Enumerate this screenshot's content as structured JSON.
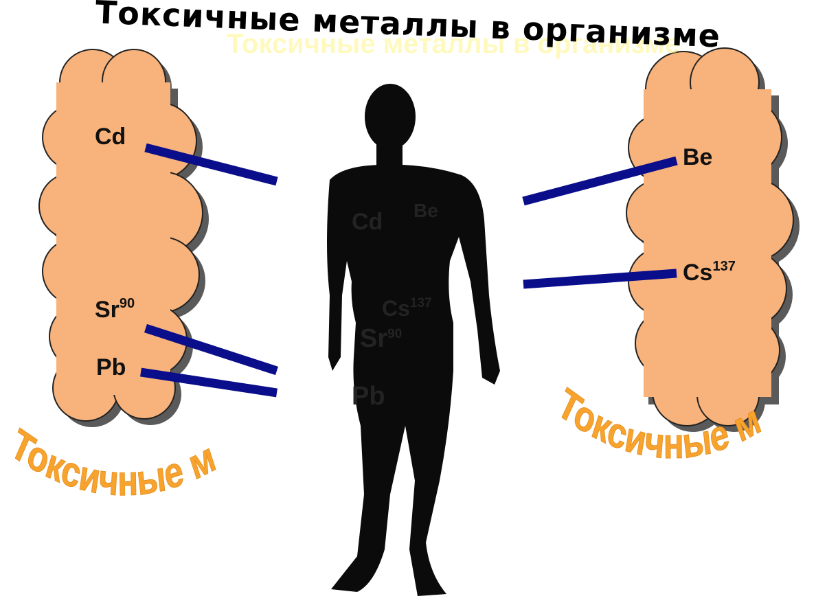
{
  "title": "Токсичные металлы в организме",
  "colors": {
    "cloud_fill": "#f8b27b",
    "cloud_stroke": "#222222",
    "cloud_shadow": "#5a5a5a",
    "connector": "#0a0e8a",
    "silhouette": "#0b0b0b",
    "arc_text": "#f7a32e"
  },
  "left_panel": {
    "arc_text": "Токсичные металлы",
    "labels": [
      {
        "symbol": "Cd",
        "superscript": ""
      },
      {
        "symbol": "Sr",
        "superscript": "90"
      },
      {
        "symbol": "Pb",
        "superscript": ""
      }
    ]
  },
  "right_panel": {
    "arc_text": "Токсичные металлы",
    "labels": [
      {
        "symbol": "Be",
        "superscript": ""
      },
      {
        "symbol": "Cs",
        "superscript": "137"
      }
    ]
  },
  "body_labels": [
    {
      "symbol": "Cd",
      "superscript": ""
    },
    {
      "symbol": "Be",
      "superscript": ""
    },
    {
      "symbol": "Cs",
      "superscript": "137"
    },
    {
      "symbol": "Sr",
      "superscript": "90"
    },
    {
      "symbol": "Pb",
      "superscript": ""
    }
  ]
}
